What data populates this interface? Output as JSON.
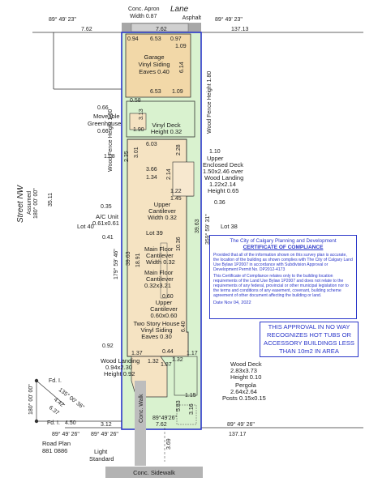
{
  "street": {
    "lane": "Lane",
    "asphalt": "Asphalt",
    "street_name": "Street NW",
    "assumed": "Assumed",
    "assumed_bearing": "180° 00' 00\"",
    "sidewalk": "Conc. Sidewalk",
    "road_plan_1": "Road Plan",
    "road_plan_2": "881 0886",
    "light_standard_1": "Light",
    "light_standard_2": "Standard"
  },
  "apron": {
    "line1": "Conc. Apron",
    "line2": "Width 0.87"
  },
  "lots": {
    "lot_40": "Lot 40",
    "lot_39": "Lot 39",
    "lot_38": "Lot 38"
  },
  "bearings": {
    "top_left": "89° 49' 23\"",
    "top_right": "89° 49' 23\"",
    "bottom_left": "89° 49' 26\"",
    "bottom_right": "89° 49' 26\"",
    "west_side": "179° 59' 46\"",
    "east_side": "359° 59' 31\"",
    "bottom_center": "89°49'26\"",
    "fd_bottom": "89° 49' 26\"",
    "fd_vertical": "180° 00' 00\"",
    "fd_diag": "135° 00' 36\""
  },
  "dims": {
    "top_left": "7.62",
    "top_right": "137.13",
    "top_width": "7.62",
    "bottom_left": "3.12",
    "bottom_right": "137.17",
    "bottom_width": "7.62",
    "west_total": "35.11",
    "west_lot": "39.63",
    "east_lot": "39.63",
    "garage_left": "0.94",
    "garage_top": "6.53",
    "garage_right_top": "0.97",
    "garage_right_upper": "1.09",
    "garage_side": "6.14",
    "garage_bottom": "6.53",
    "garage_right_lower": "1.09",
    "garage_setback": "0.58",
    "deck_left": "3.13",
    "deck_width": "1.90",
    "deck_bottom": "6.03",
    "wall_a": "2.35",
    "wall_b": "3.01",
    "wall_c": "2.28",
    "cant_a": "3.66",
    "cant_b": "1.34",
    "cant_c": "2.14",
    "upper_a": "1.22",
    "upper_b": "1.45",
    "house_a": "18.91",
    "house_b": "10.36",
    "house_c": "6.40",
    "cant_small": "0.60",
    "front_a": "1.37",
    "front_b": "0.44",
    "front_c": "1.32",
    "front_d": "1.87",
    "front_e": "1.32",
    "front_f": "1.17",
    "rear_a": "5.83",
    "rear_b": "3.16",
    "rear_c": "1.15",
    "walk_dim": "3.69",
    "off_066a": "0.66",
    "off_066b": "0.66",
    "off_108": "1.08",
    "off_110": "1.10",
    "off_035": "0.35",
    "off_036": "0.36",
    "off_041": "0.41",
    "off_092": "0.92",
    "fd_442": "4.42",
    "fd_637": "6.37",
    "fd_450": "4.50"
  },
  "labels": {
    "garage": [
      "Garage",
      "Vinyl Siding",
      "Eaves 0.40"
    ],
    "vinyl_deck": [
      "Vinyl Deck",
      "Height 0.32"
    ],
    "greenhouse": [
      "Moveable",
      "Greenhouse"
    ],
    "upper_deck": [
      "Upper",
      "Enclosed Deck",
      "1.50x2.46 over",
      "Wood Landing",
      "1.22x2.14",
      "Height 0.65"
    ],
    "upper_cant": [
      "Upper",
      "Cantilever",
      "Width 0.32"
    ],
    "ac_unit": [
      "A/C Unit",
      "0.61x0.61"
    ],
    "main_cant_1": [
      "Main Floor",
      "Cantilever",
      "Width 0.32"
    ],
    "main_cant_2": [
      "Main Floor",
      "Cantilever",
      "0.32x3.21"
    ],
    "upper_cant_2": [
      "Upper",
      "Cantilever",
      "0.60x0.60"
    ],
    "house": [
      "Two Story House",
      "Vinyl Siding",
      "Eaves 0.30"
    ],
    "wood_landing": [
      "Wood Landing",
      "0.94x2.30",
      "Height 0.92"
    ],
    "wood_deck": [
      "Wood Deck",
      "2.83x3.73",
      "Height 0.10"
    ],
    "pergola": [
      "Pergola",
      "2.64x2.64",
      "Posts 0.15x0.15"
    ],
    "fence_left": "Wood Fence Height 1.80",
    "fence_right_top": "Wood Fence Height 1.80",
    "conc_walk": "Conc. Walk",
    "fd_1": "Fd. I.",
    "fd_2": "Fd. I."
  },
  "certificate": {
    "header": "The City of Calgary Planning and Development",
    "title": "CERTIFICATE OF COMPLIANCE",
    "para1": "Provided that all of the information shown on this survey plan is accurate, the location of the building as shown complies with The City of Calgary Land Use Bylaw 1P2007 in accordance with Subdivision Approval or Development Permit No. DP2012-4173",
    "para2": "This Certificate of Compliance relates only to the building location requirements of the Land Use Bylaw 1P2007 and does not relate to the requirements of any federal, provincial or other municipal legislation nor to the terms and conditions of any easement, covenant, building scheme agreement of other document affecting the building or land.",
    "date": "Date Nov 04, 2022"
  },
  "notice": "THIS APPROVAL IN NO WAY RECOGNIZES HOT TUBS OR ACCESSORY BUILDINGS LESS THAN 10m2 IN AREA",
  "colors": {
    "lot_green": "#d9f2cf",
    "garage_tan": "#f2d8a8",
    "house_tan": "#f5e3c2",
    "blue": "#2a36c9",
    "gray": "#a7a7a7"
  }
}
